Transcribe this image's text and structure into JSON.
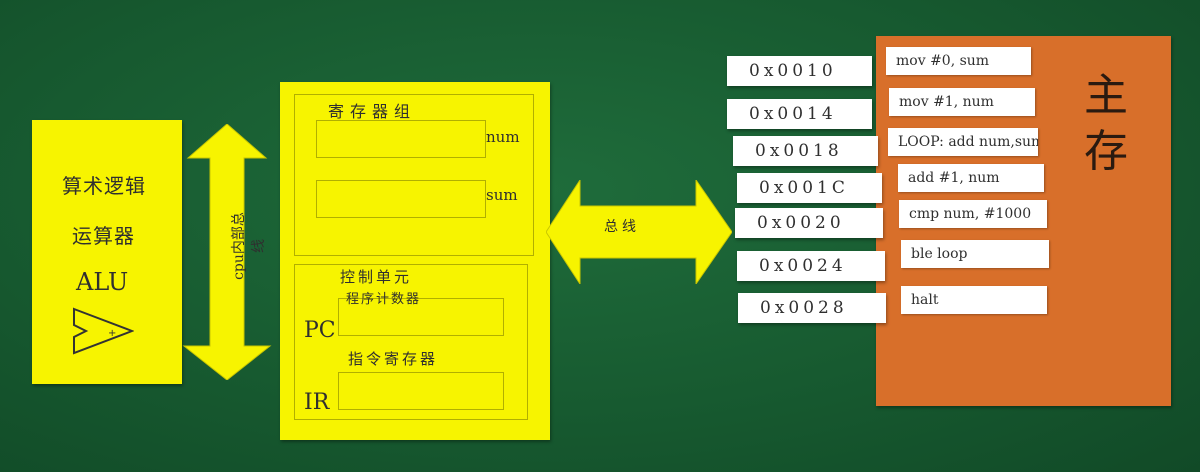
{
  "alu": {
    "line1": "算术逻辑",
    "line2": "运算器",
    "line3": "ALU"
  },
  "cpu_internal_bus": {
    "label": "cpu内部总线"
  },
  "register_group": {
    "title": "寄存器组",
    "registers": [
      {
        "label": "num"
      },
      {
        "label": "sum"
      }
    ]
  },
  "control_unit": {
    "title": "控制单元",
    "pc_title": "程序计数器",
    "pc_label": "PC",
    "ir_title": "指令寄存器",
    "ir_label": "IR"
  },
  "system_bus": {
    "label": "总线"
  },
  "memory": {
    "title": "主存",
    "addresses": [
      "0x0010",
      "0x0014",
      "0x0018",
      "0x001C",
      "0x0020",
      "0x0024",
      "0x0028"
    ],
    "instructions": [
      "mov #0, sum",
      "mov #1, num",
      "LOOP: add num,sum",
      "add #1, num",
      "cmp num, #1000",
      "ble loop",
      "halt"
    ]
  },
  "colors": {
    "board": "#175a30",
    "card": "#f7f400",
    "memory": "#d86f2a",
    "slip": "#ffffff"
  }
}
